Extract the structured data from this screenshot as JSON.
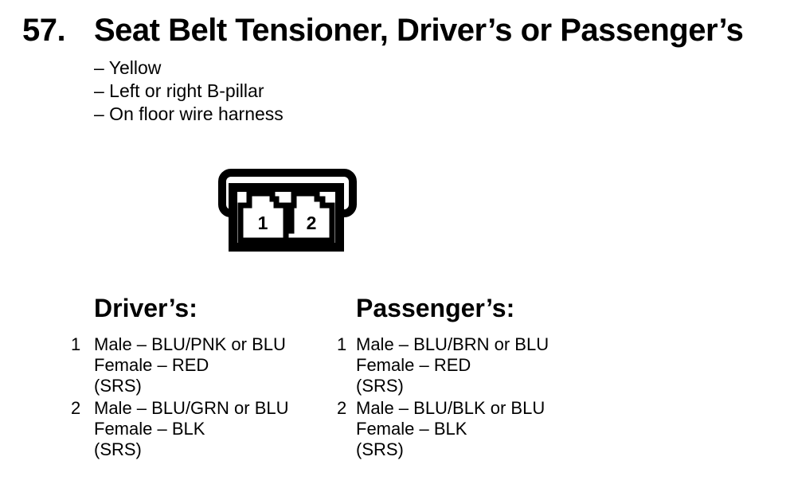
{
  "header": {
    "item_number": "57.",
    "title": "Seat Belt Tensioner, Driver’s or Passenger’s",
    "bullets": [
      "– Yellow",
      "– Left or right B-pillar",
      "– On floor wire harness"
    ]
  },
  "connector": {
    "pins": [
      "1",
      "2"
    ]
  },
  "columns": [
    {
      "heading": "Driver’s:",
      "items": [
        {
          "number": "1",
          "lines": [
            "Male – BLU/PNK or BLU",
            "Female – RED",
            "(SRS)"
          ]
        },
        {
          "number": "2",
          "lines": [
            "Male – BLU/GRN or BLU",
            "Female – BLK",
            "(SRS)"
          ]
        }
      ]
    },
    {
      "heading": "Passenger’s:",
      "items": [
        {
          "number": "1",
          "lines": [
            "Male – BLU/BRN or BLU",
            "Female – RED",
            "(SRS)"
          ]
        },
        {
          "number": "2",
          "lines": [
            "Male – BLU/BLK or BLU",
            "Female – BLK",
            "(SRS)"
          ]
        }
      ]
    }
  ],
  "colors": {
    "ink": "#000000",
    "paper": "#ffffff"
  }
}
